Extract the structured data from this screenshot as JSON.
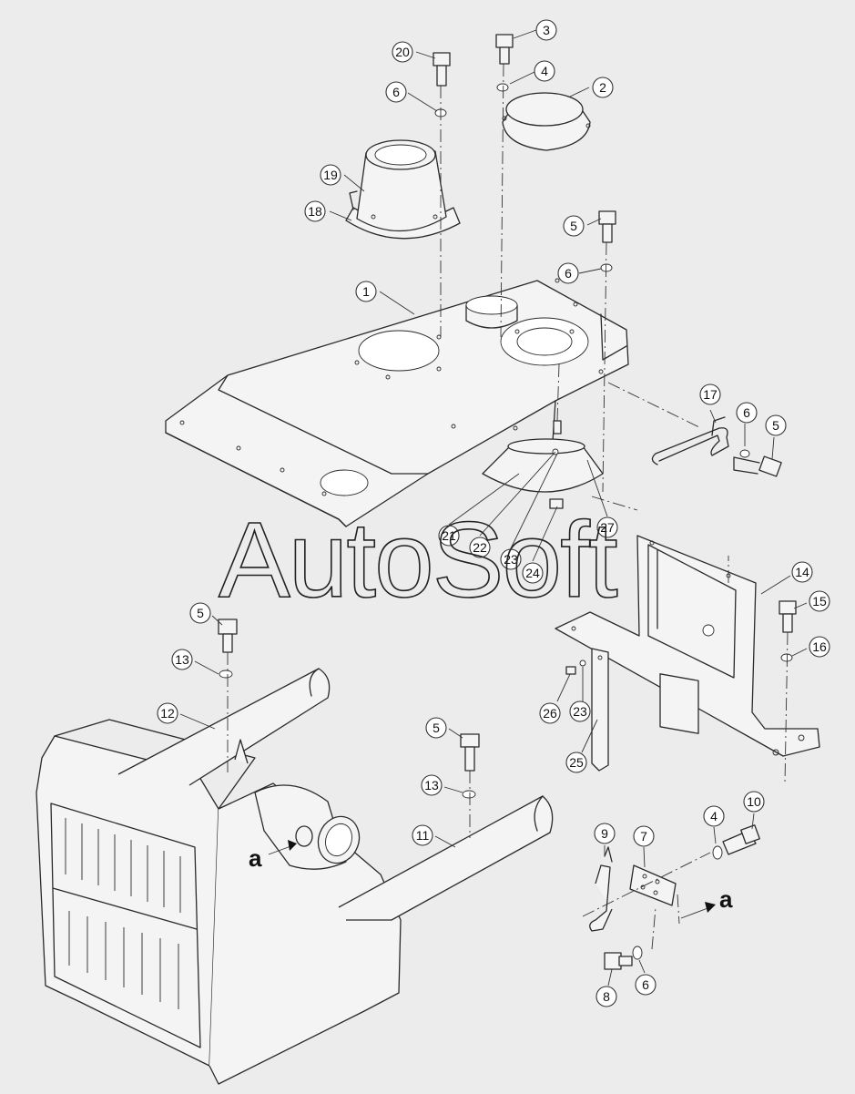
{
  "watermark": "AutoSoft",
  "arrow_labels": {
    "left": "a",
    "right": "a"
  },
  "callouts": [
    "1",
    "2",
    "3",
    "4",
    "5",
    "6",
    "7",
    "8",
    "9",
    "10",
    "11",
    "12",
    "13",
    "14",
    "15",
    "16",
    "17",
    "18",
    "19",
    "20",
    "21",
    "22",
    "23",
    "24",
    "25",
    "26",
    "27"
  ]
}
